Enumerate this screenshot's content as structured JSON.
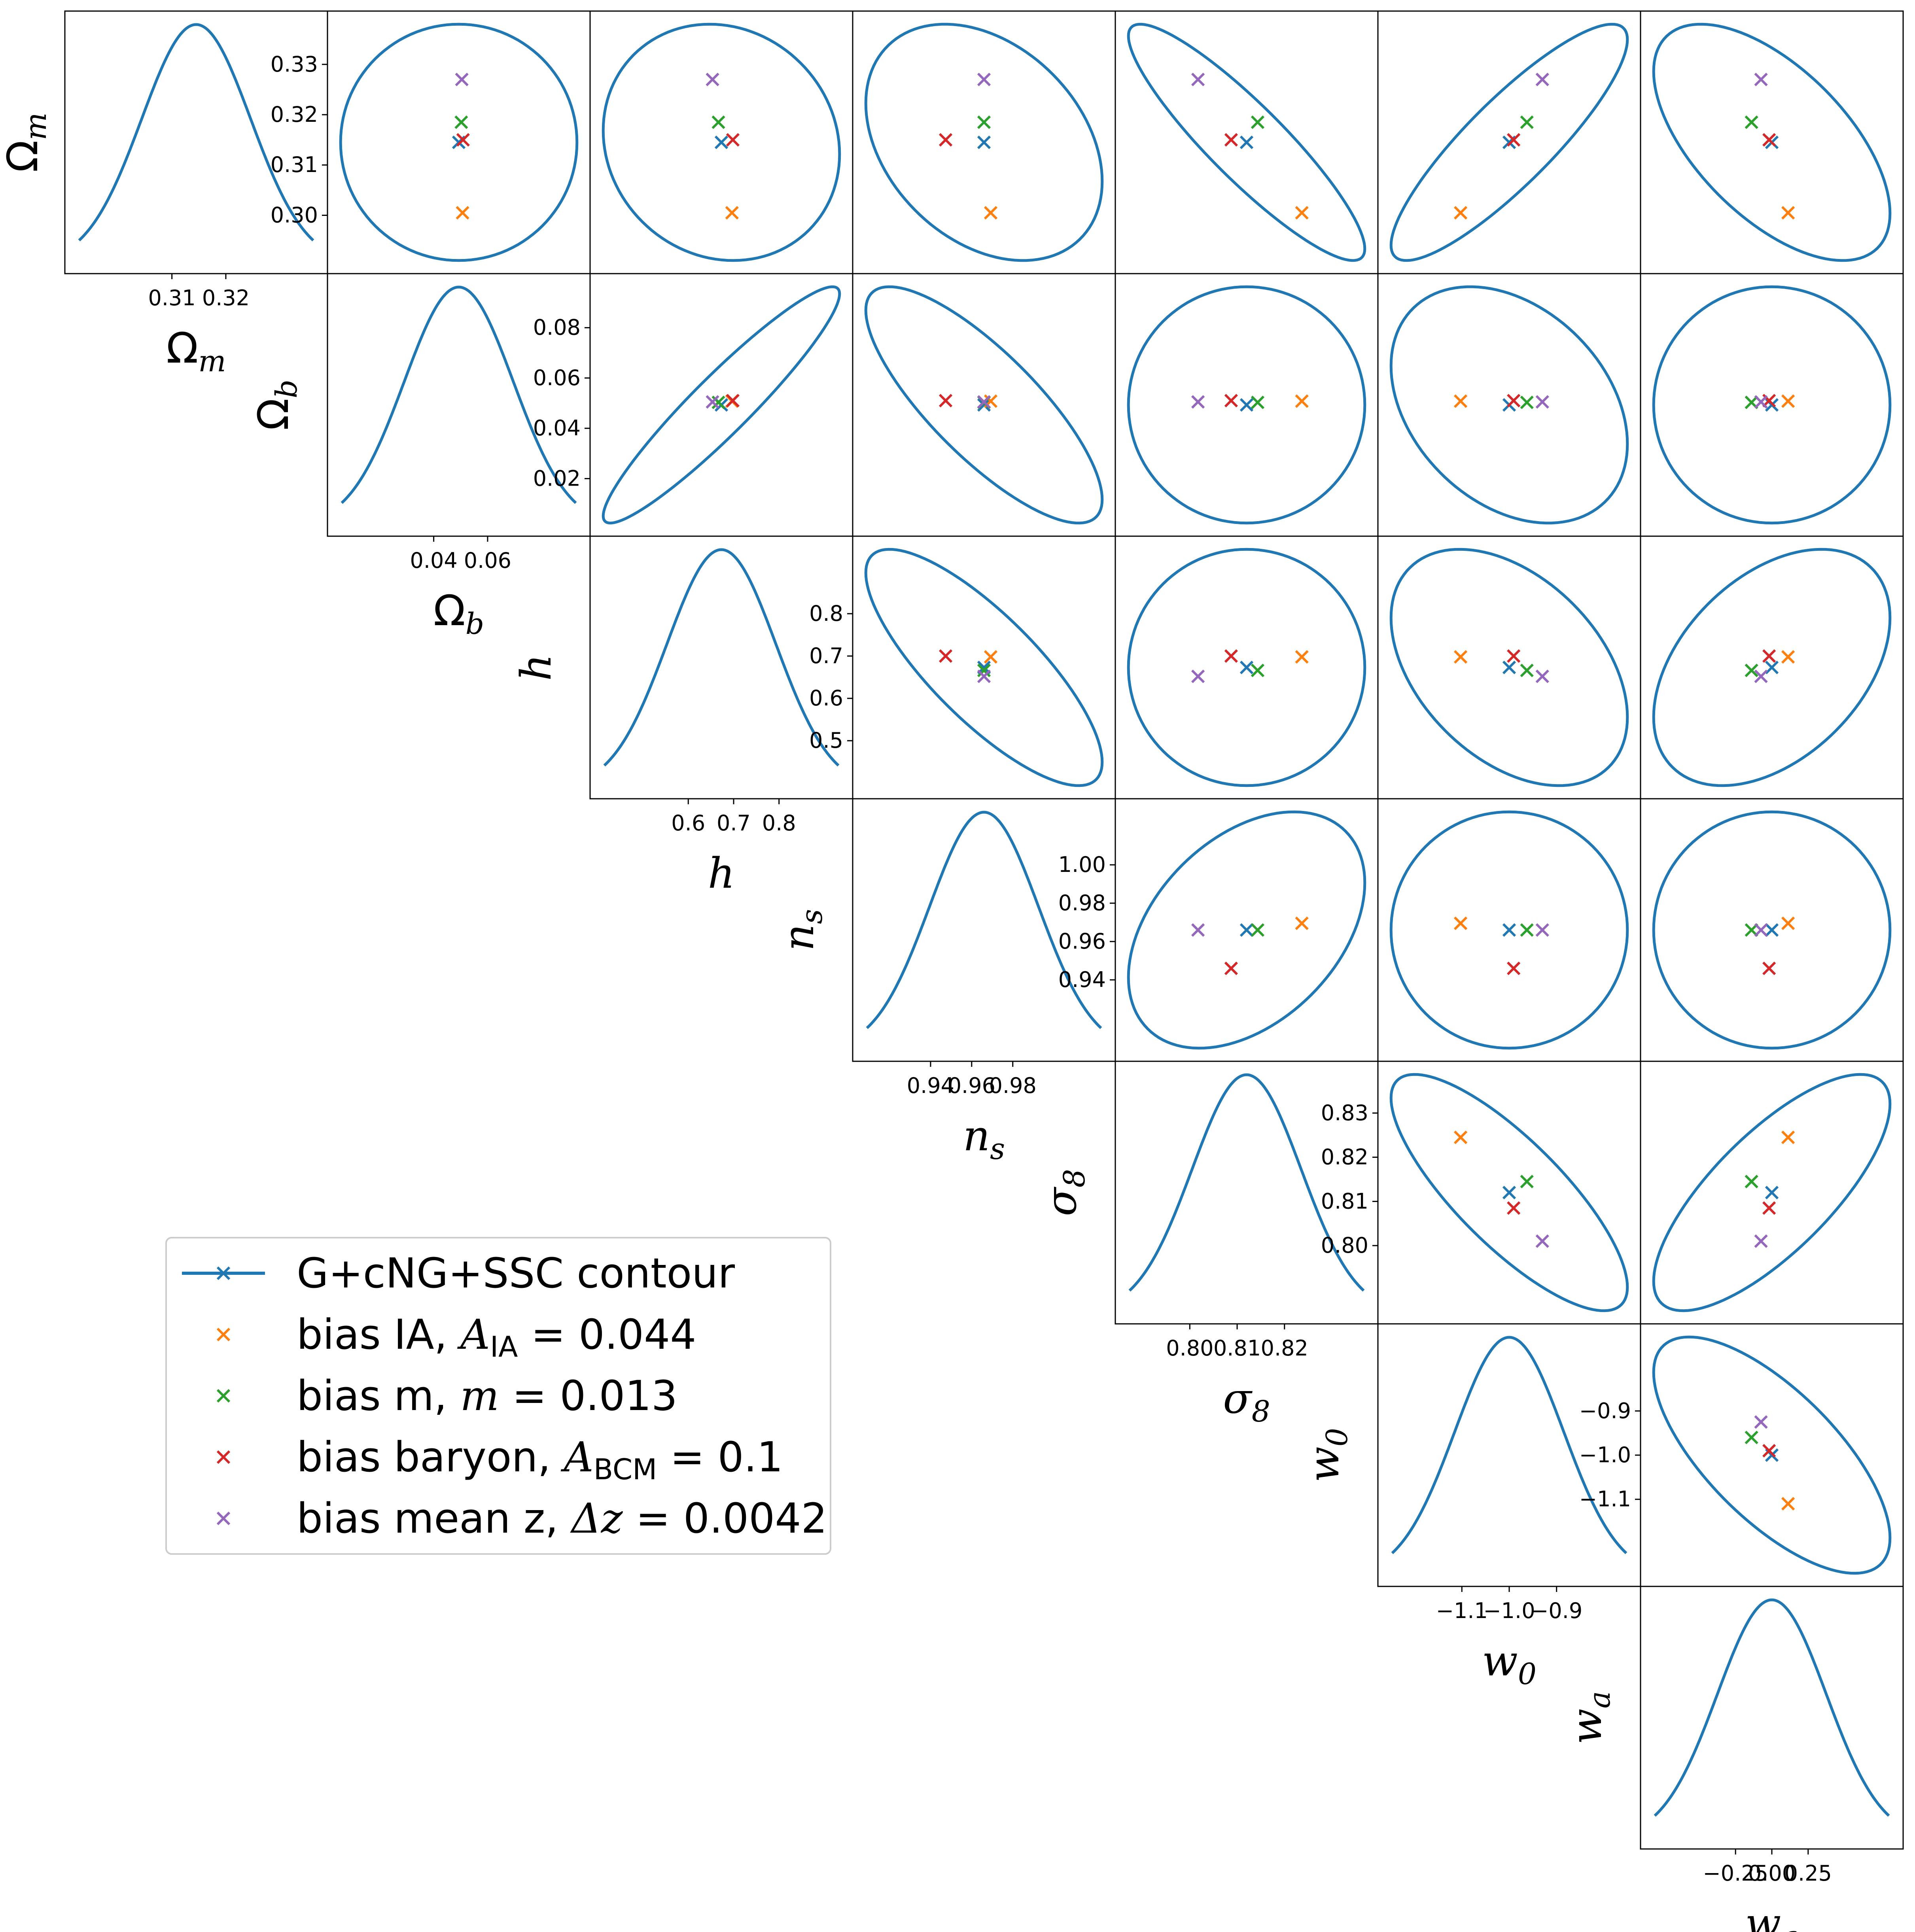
{
  "chart_data": {
    "type": "scatter",
    "kind": "corner-plot (Fisher forecast contours with parameter biases)",
    "parameters": [
      {
        "key": "Om",
        "sym": "Ω",
        "sub": "m",
        "fiducial": 0.3145,
        "sigma": 0.0101,
        "ticks": [
          0.31,
          0.32
        ],
        "tick_labels": [
          "0.31",
          "0.32"
        ],
        "offdiag_ticks": [
          0.3,
          0.31,
          0.32,
          0.33
        ],
        "offdiag_tick_labels": [
          "0.30",
          "0.31",
          "0.32",
          "0.33"
        ]
      },
      {
        "key": "Ob",
        "sym": "Ω",
        "sub": "b",
        "fiducial": 0.0493,
        "sigma": 0.0202,
        "ticks": [
          0.04,
          0.06
        ],
        "tick_labels": [
          "0.04",
          "0.06"
        ],
        "offdiag_ticks": [
          0.02,
          0.04,
          0.06,
          0.08
        ],
        "offdiag_tick_labels": [
          "0.02",
          "0.04",
          "0.06",
          "0.08"
        ]
      },
      {
        "key": "h",
        "sym": "h",
        "sub": "",
        "fiducial": 0.673,
        "sigma": 0.12,
        "ticks": [
          0.6,
          0.7,
          0.8
        ],
        "tick_labels": [
          "0.6",
          "0.7",
          "0.8"
        ],
        "offdiag_ticks": [
          0.5,
          0.6,
          0.7,
          0.8
        ],
        "offdiag_tick_labels": [
          "0.5",
          "0.6",
          "0.7",
          "0.8"
        ]
      },
      {
        "key": "ns",
        "sym": "n",
        "sub": "s",
        "fiducial": 0.966,
        "sigma": 0.0265,
        "ticks": [
          0.94,
          0.96,
          0.98
        ],
        "tick_labels": [
          "0.94",
          "0.96",
          "0.98"
        ],
        "offdiag_ticks": [
          0.94,
          0.96,
          0.98,
          1.0
        ],
        "offdiag_tick_labels": [
          "0.94",
          "0.96",
          "0.98",
          "1.00"
        ]
      },
      {
        "key": "s8",
        "sym": "σ",
        "sub": "8",
        "fiducial": 0.812,
        "sigma": 0.0115,
        "ticks": [
          0.8,
          0.81,
          0.82
        ],
        "tick_labels": [
          "0.80",
          "0.81",
          "0.82"
        ],
        "offdiag_ticks": [
          0.8,
          0.81,
          0.82,
          0.83
        ],
        "offdiag_tick_labels": [
          "0.80",
          "0.81",
          "0.82",
          "0.83"
        ]
      },
      {
        "key": "w0",
        "sym": "w",
        "sub": "0",
        "fiducial": -1.0,
        "sigma": 0.115,
        "ticks": [
          -1.1,
          -1.0,
          -0.9
        ],
        "tick_labels": [
          "−1.1",
          "−1.0",
          "−0.9"
        ],
        "offdiag_ticks": [
          -0.9,
          -1.0,
          -1.1
        ],
        "offdiag_tick_labels": [
          "−0.9",
          "−1.0",
          "−1.1"
        ]
      },
      {
        "key": "wa",
        "sym": "w",
        "sub": "a",
        "fiducial": 0.0,
        "sigma": 0.375,
        "ticks": [
          -0.25,
          0.0,
          0.25
        ],
        "tick_labels": [
          "−0.25",
          "0.00",
          "0.25"
        ]
      }
    ],
    "correlations": [
      [
        1.0,
        0.0,
        -0.1,
        -0.33,
        -0.9,
        0.87,
        -0.6
      ],
      [
        0.0,
        1.0,
        0.94,
        -0.8,
        0.0,
        -0.33,
        0.0
      ],
      [
        -0.1,
        0.94,
        1.0,
        -0.8,
        0.0,
        -0.42,
        0.42
      ],
      [
        -0.33,
        -0.8,
        -0.8,
        1.0,
        0.4,
        0.0,
        0.0
      ],
      [
        -0.9,
        0.0,
        0.0,
        0.4,
        1.0,
        -0.8,
        0.75
      ],
      [
        0.87,
        -0.33,
        -0.42,
        0.0,
        -0.8,
        1.0,
        -0.7
      ],
      [
        -0.6,
        0.0,
        0.42,
        0.0,
        0.75,
        -0.7,
        1.0
      ]
    ],
    "biases": [
      {
        "name": "bias IA",
        "color": "#ff7f0e",
        "values": [
          0.3005,
          0.0508,
          0.698,
          0.9695,
          0.8245,
          -1.11,
          0.12
        ]
      },
      {
        "name": "bias m",
        "color": "#2ca02c",
        "values": [
          0.3185,
          0.0503,
          0.666,
          0.966,
          0.8145,
          -0.96,
          -0.15
        ]
      },
      {
        "name": "bias baryon",
        "color": "#d62728",
        "values": [
          0.315,
          0.051,
          0.7,
          0.946,
          0.8085,
          -0.99,
          -0.02
        ]
      },
      {
        "name": "bias mean z",
        "color": "#9467bd",
        "values": [
          0.327,
          0.0505,
          0.652,
          0.966,
          0.801,
          -0.925,
          -0.08
        ]
      }
    ],
    "contour_color": "#1f77b4",
    "legend": {
      "placement": "lower-left",
      "entries": [
        {
          "text": "G+cNG+SSC contour",
          "color": "#1f77b4",
          "marker": "line-x"
        },
        {
          "text_pre": "bias IA, ",
          "math": "A",
          "sub": "IA",
          "text_post": " = 0.044",
          "color": "#ff7f0e",
          "marker": "x"
        },
        {
          "text_pre": "bias m, ",
          "math": "m",
          "sub": "",
          "text_post": " = 0.013",
          "color": "#2ca02c",
          "marker": "x"
        },
        {
          "text_pre": "bias baryon, ",
          "math": "A",
          "sub": "BCM",
          "text_post": " = 0.1",
          "color": "#d62728",
          "marker": "x"
        },
        {
          "text_pre": "bias mean z, ",
          "math": "Δz",
          "sub": "",
          "text_post": " = 0.0042",
          "color": "#9467bd",
          "marker": "x"
        }
      ]
    }
  }
}
